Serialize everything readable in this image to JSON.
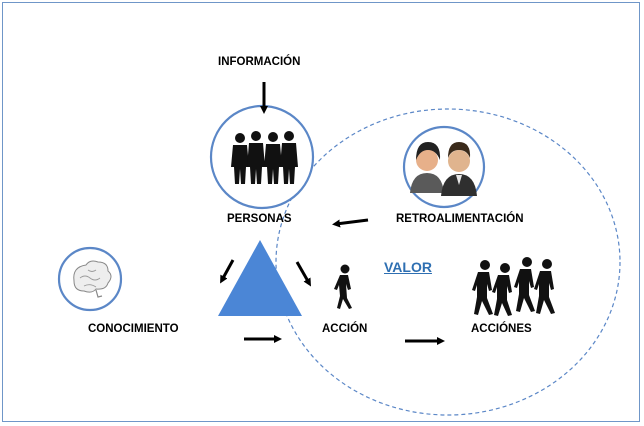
{
  "diagram": {
    "labels": {
      "informacion": "INFORMACIÓN",
      "personas": "PERSONAS",
      "retroalimentacion": "RETROALIMENTACIÓN",
      "conocimiento": "CONOCIMIENTO",
      "accion": "ACCIÓN",
      "acciones": "ACCIÓNES",
      "valor": "VALOR"
    },
    "icons": {
      "people_group": "people-silhouettes-icon",
      "feedback": "two-people-avatar-icon",
      "knowledge": "brain-icon",
      "single_walker": "walking-person-icon",
      "group_walkers": "walking-group-icon",
      "triangle": "triangle-shape"
    },
    "colors": {
      "circle_stroke": "#5b87c7",
      "triangle_fill": "#4b86d6",
      "dashed_ellipse": "#5b87c7",
      "valor_text": "#2e6fb2",
      "frame_border": "#6f96c8"
    }
  }
}
